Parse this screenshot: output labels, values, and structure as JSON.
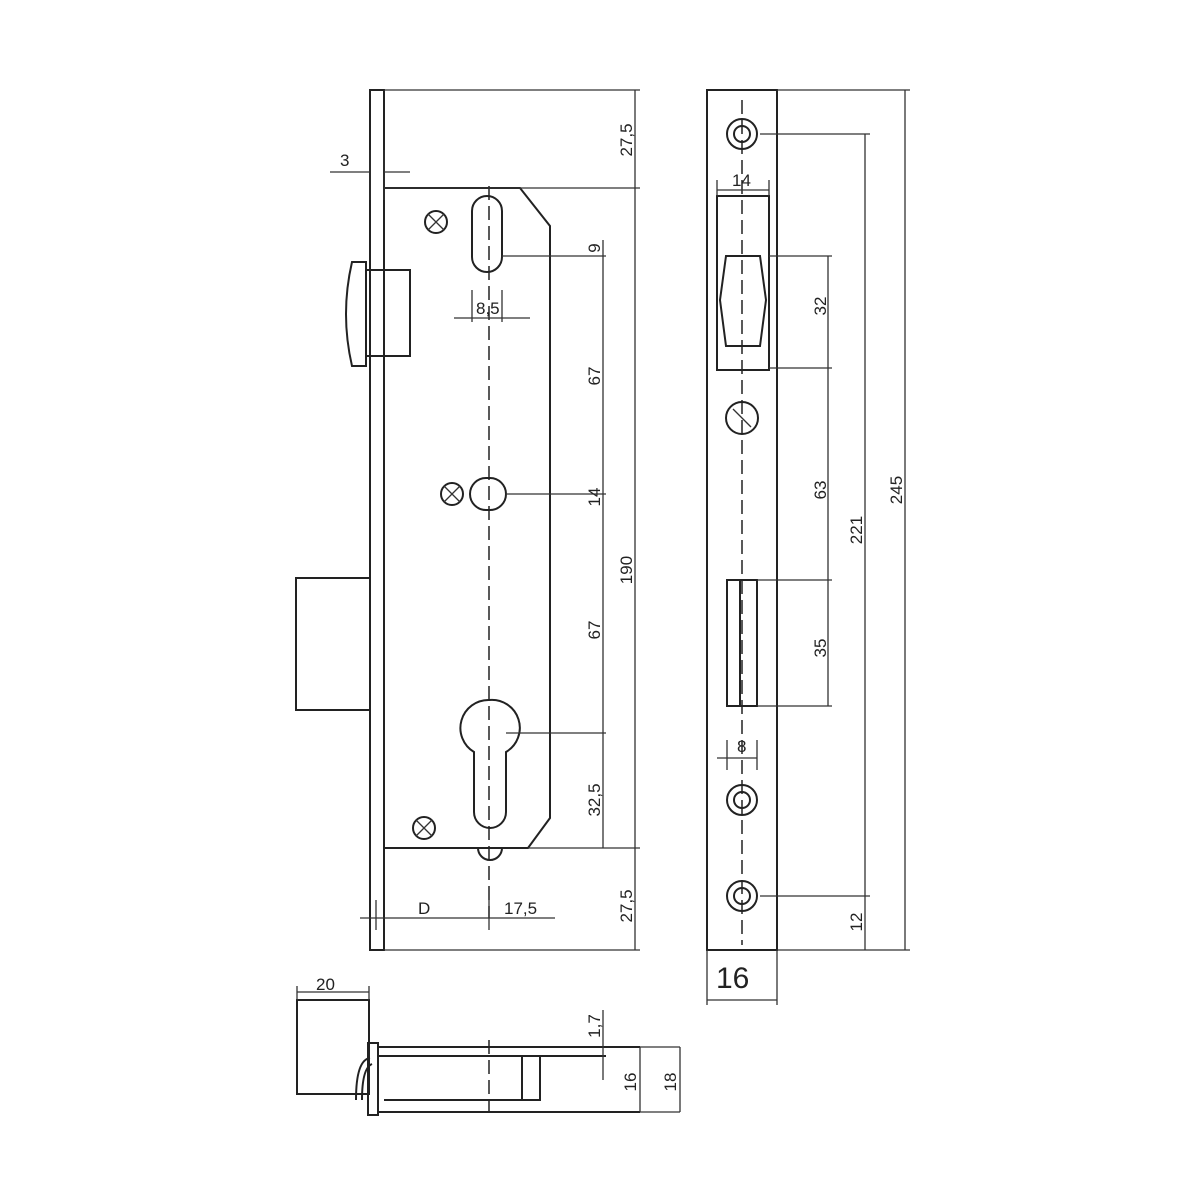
{
  "drawing": {
    "front_view": {
      "dims": {
        "faceplate_thickness": "3",
        "top_margin": "27,5",
        "slot_height": "9",
        "slot_width": "8,5",
        "spacing_upper": "67",
        "center_mark": "14",
        "case_height": "190",
        "spacing_lower": "67",
        "cylinder_offset": "32,5",
        "bottom_margin": "27,5",
        "backset": "D",
        "edge_offset": "17,5"
      }
    },
    "side_view": {
      "dims": {
        "latch_width": "14",
        "latch_height": "32",
        "latch_to_bolt": "63",
        "bolt_height": "35",
        "bolt_width": "8",
        "hole_spacing": "221",
        "plate_length": "245",
        "bottom_offset": "12",
        "plate_width": "16"
      }
    },
    "bottom_view": {
      "dims": {
        "bolt_projection": "20",
        "plate_thickness": "1,7",
        "case_thickness": "16",
        "total_thickness": "18"
      }
    }
  }
}
